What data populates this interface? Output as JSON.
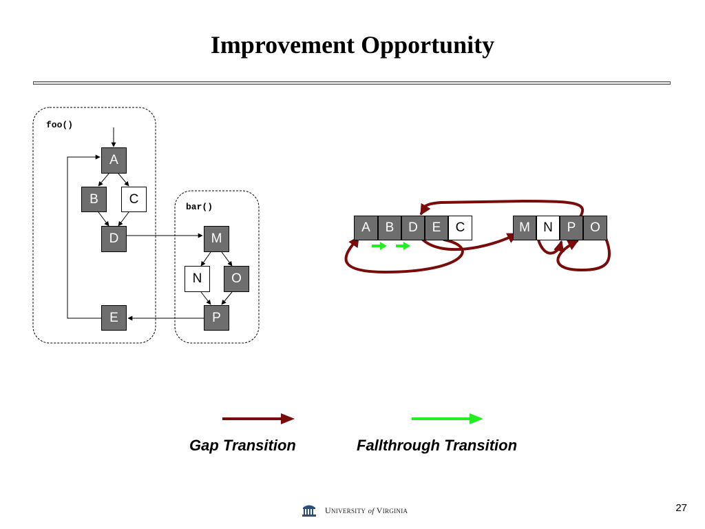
{
  "slide": {
    "title": "Improvement Opportunity",
    "page_number": "27"
  },
  "foo": {
    "label": "foo()",
    "blocks": {
      "A": "A",
      "B": "B",
      "C": "C",
      "D": "D",
      "E": "E"
    }
  },
  "bar": {
    "label": "bar()",
    "blocks": {
      "M": "M",
      "N": "N",
      "O": "O",
      "P": "P"
    }
  },
  "layout_strip": {
    "group1": [
      "A",
      "B",
      "D",
      "E",
      "C"
    ],
    "group2": [
      "M",
      "N",
      "P",
      "O"
    ]
  },
  "legend": {
    "gap_label": "Gap Transition",
    "fallthrough_label": "Fallthrough Transition"
  },
  "footer": {
    "u": "U",
    "niversity": "NIVERSITY",
    "of": "of",
    "v": "V",
    "irginia": "IRGINIA"
  },
  "colors": {
    "gap": "#7b0a0a",
    "fallthrough": "#22ee22",
    "block_dark": "#6e6e6e",
    "block_light": "#ffffff"
  }
}
